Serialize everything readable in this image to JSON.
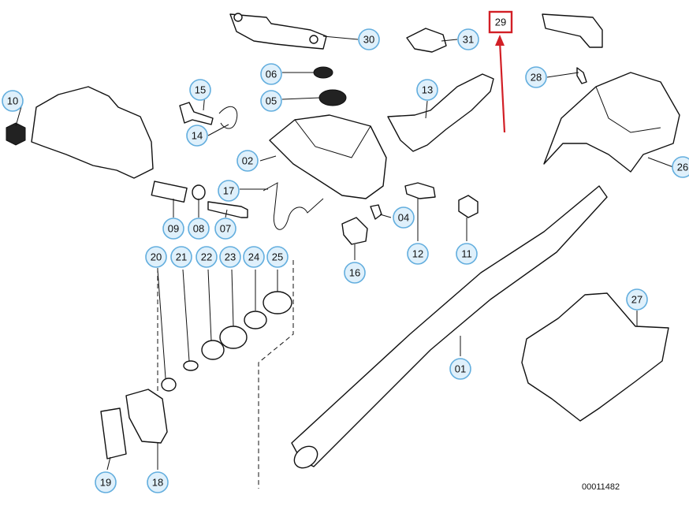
{
  "diagram": {
    "drawing_number": "00011482",
    "highlight_color": "#d21f26",
    "callout_color": "#63aede",
    "callouts": [
      {
        "id": "c10",
        "label": "10"
      },
      {
        "id": "c15",
        "label": "15"
      },
      {
        "id": "c14",
        "label": "14"
      },
      {
        "id": "c06",
        "label": "06"
      },
      {
        "id": "c05",
        "label": "05"
      },
      {
        "id": "c30",
        "label": "30"
      },
      {
        "id": "c31",
        "label": "31"
      },
      {
        "id": "c29",
        "label": "29"
      },
      {
        "id": "c28",
        "label": "28"
      },
      {
        "id": "c26",
        "label": "26"
      },
      {
        "id": "c13",
        "label": "13"
      },
      {
        "id": "c02",
        "label": "02"
      },
      {
        "id": "c17",
        "label": "17"
      },
      {
        "id": "c09",
        "label": "09"
      },
      {
        "id": "c08",
        "label": "08"
      },
      {
        "id": "c07",
        "label": "07"
      },
      {
        "id": "c04",
        "label": "04"
      },
      {
        "id": "c12",
        "label": "12"
      },
      {
        "id": "c11",
        "label": "11"
      },
      {
        "id": "c16",
        "label": "16"
      },
      {
        "id": "c20",
        "label": "20"
      },
      {
        "id": "c21",
        "label": "21"
      },
      {
        "id": "c22",
        "label": "22"
      },
      {
        "id": "c23",
        "label": "23"
      },
      {
        "id": "c24",
        "label": "24"
      },
      {
        "id": "c25",
        "label": "25"
      },
      {
        "id": "c27",
        "label": "27"
      },
      {
        "id": "c01",
        "label": "01"
      },
      {
        "id": "c19",
        "label": "19"
      },
      {
        "id": "c18",
        "label": "18"
      }
    ]
  }
}
